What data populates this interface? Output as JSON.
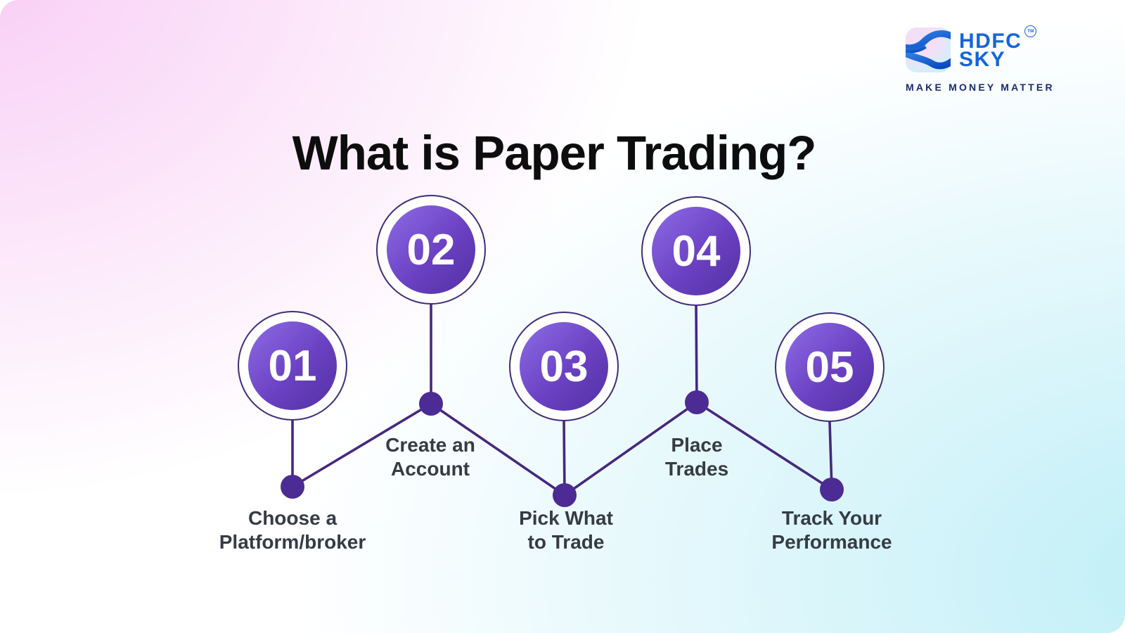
{
  "title": "What is Paper Trading?",
  "logo": {
    "brand_line1": "HDFC",
    "brand_line2": "SKY",
    "trademark": "TM",
    "tagline": "MAKE MONEY MATTER"
  },
  "steps": [
    {
      "number": "01",
      "label_line1": "Choose a",
      "label_line2": "Platform/broker"
    },
    {
      "number": "02",
      "label_line1": "Create an",
      "label_line2": "Account"
    },
    {
      "number": "03",
      "label_line1": "Pick What",
      "label_line2": "to Trade"
    },
    {
      "number": "04",
      "label_line1": "Place",
      "label_line2": "Trades"
    },
    {
      "number": "05",
      "label_line1": "Track Your",
      "label_line2": "Performance"
    }
  ],
  "colors": {
    "background_pink": "#f8ccf5",
    "background_cyan": "#bdeef7",
    "circle_gradient_start": "#8e6ce6",
    "circle_gradient_end": "#5330a4",
    "circle_ring_border": "#3f2c7c",
    "connector_line": "#46287f",
    "connector_dot": "#4c2b94",
    "label_text": "#363b44",
    "title_text": "#0d0d0d",
    "logo_blue": "#1565d8",
    "logo_navy": "#1b2a6e"
  }
}
